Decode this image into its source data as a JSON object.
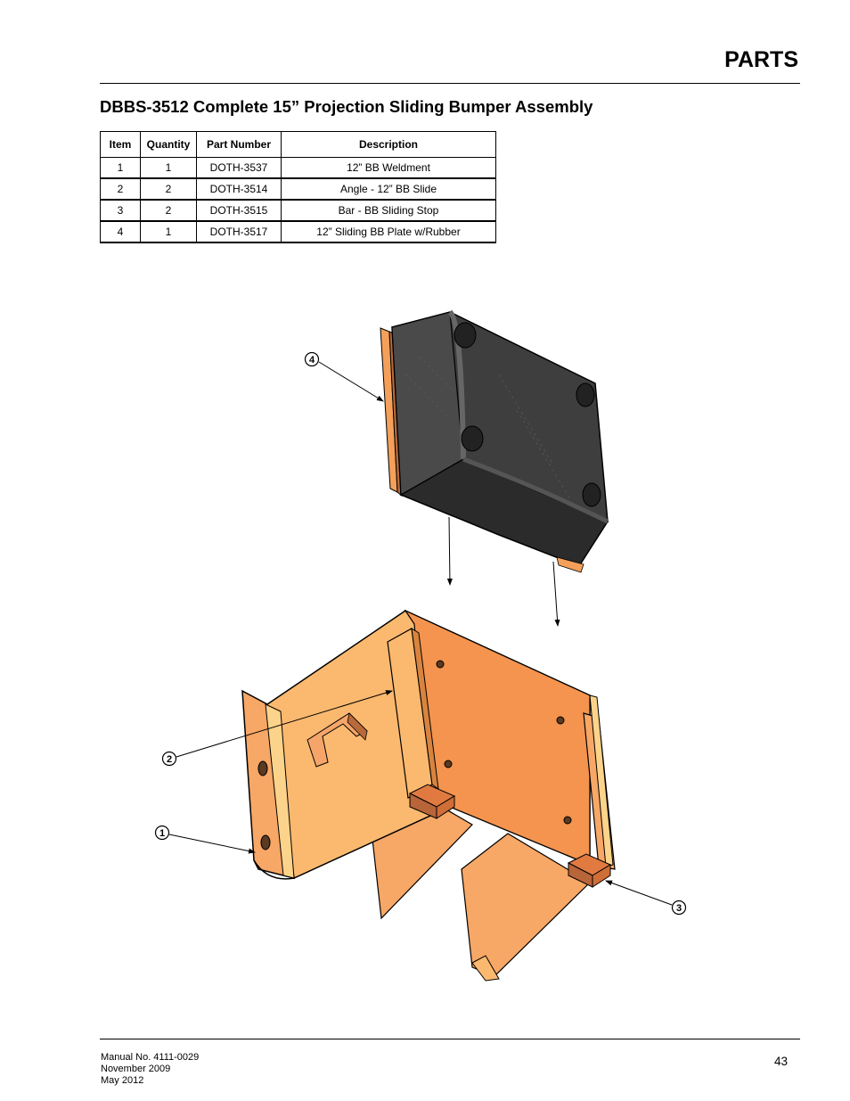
{
  "header": {
    "section": "PARTS"
  },
  "title": "DBBS-3512 Complete 15” Projection Sliding Bumper Assembly",
  "table": {
    "columns": [
      "Item",
      "Quantity",
      "Part Number",
      "Description"
    ],
    "rows": [
      {
        "item": "1",
        "qty": "1",
        "part": "DOTH-3537",
        "desc": "12” BB Weldment"
      },
      {
        "item": "2",
        "qty": "2",
        "part": "DOTH-3514",
        "desc": "Angle - 12” BB Slide"
      },
      {
        "item": "3",
        "qty": "2",
        "part": "DOTH-3515",
        "desc": "Bar - BB Sliding Stop"
      },
      {
        "item": "4",
        "qty": "1",
        "part": "DOTH-3517",
        "desc": "12” Sliding BB Plate w/Rubber"
      }
    ]
  },
  "callouts": [
    "4",
    "2",
    "1",
    "3"
  ],
  "colors": {
    "part_orange": "#f4a05a",
    "part_light": "#fbb96f",
    "part_shadow": "#b86a3a",
    "rubber": "#3a3a3a"
  },
  "footer": {
    "manual": "Manual No. 4111-0029",
    "date1": "November 2009",
    "date2": "May 2012",
    "page": "43"
  }
}
